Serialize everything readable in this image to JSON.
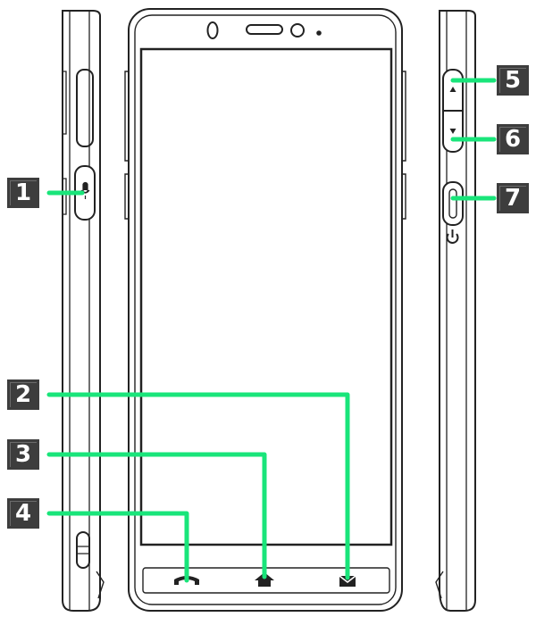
{
  "callouts": [
    {
      "number": "1",
      "target": "mic-key"
    },
    {
      "number": "2",
      "target": "mail-key"
    },
    {
      "number": "3",
      "target": "home-key"
    },
    {
      "number": "4",
      "target": "phone-key"
    },
    {
      "number": "5",
      "target": "volume-up-key"
    },
    {
      "number": "6",
      "target": "volume-down-key"
    },
    {
      "number": "7",
      "target": "power-key"
    }
  ],
  "icons": {
    "mic": "microphone-icon",
    "volume_up": "triangle-up-icon",
    "volume_down": "triangle-down-icon",
    "power": "power-icon",
    "phone": "phone-handset-icon",
    "home": "home-icon",
    "mail": "envelope-icon"
  },
  "colors": {
    "leader_line": "#19e57a",
    "badge": "#3d3d3d",
    "outline": "#222222"
  }
}
